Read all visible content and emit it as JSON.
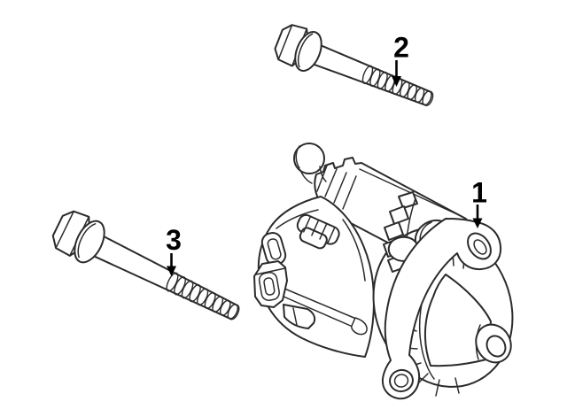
{
  "page": {
    "background_color": "#ffffff"
  },
  "diagram": {
    "type": "exploded-parts-illustration",
    "subject": "starter-motor-and-mounting-bolts",
    "stroke_color": "#2b2b2b",
    "callout_color": "#000000",
    "callouts": [
      {
        "label": "1",
        "part": "starter-motor-assembly"
      },
      {
        "label": "2",
        "part": "mounting-bolt-upper"
      },
      {
        "label": "3",
        "part": "mounting-bolt-lower"
      }
    ]
  }
}
